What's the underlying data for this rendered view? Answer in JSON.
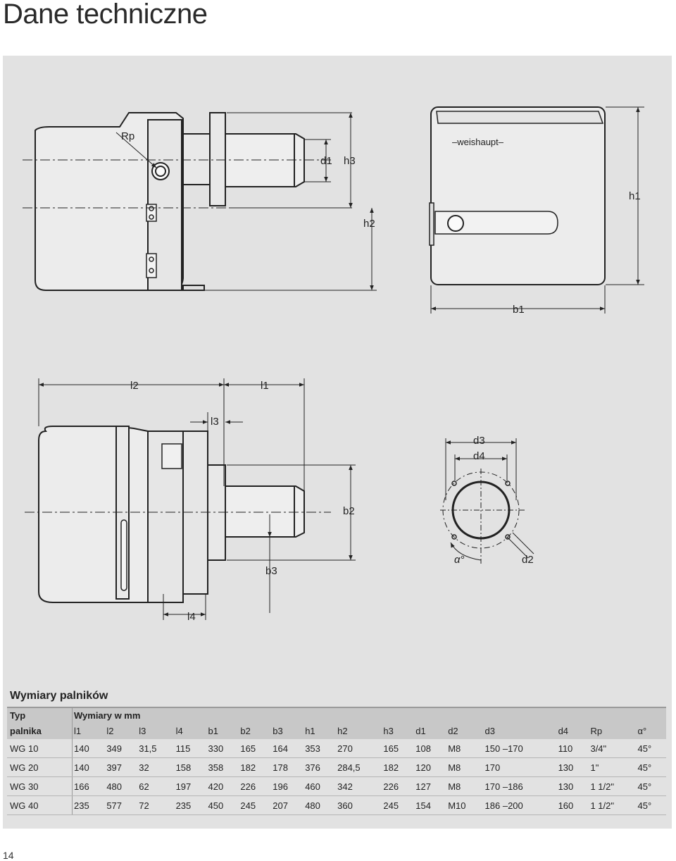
{
  "page": {
    "title": "Dane techniczne",
    "number": "14"
  },
  "drawing": {
    "brand": "–weishaupt–",
    "labels": {
      "rp": "Rp",
      "d1": "d1",
      "h3": "h3",
      "h2": "h2",
      "h1": "h1",
      "b1": "b1",
      "l2": "l2",
      "l1": "l1",
      "l3": "l3",
      "b2": "b2",
      "b3": "b3",
      "l4": "l4",
      "d3": "d3",
      "d4": "d4",
      "d2": "d2",
      "alpha": "α°"
    }
  },
  "table": {
    "title": "Wymiary palników",
    "header1": {
      "typ": "Typ",
      "wymiary": "Wymiary w mm"
    },
    "header2": [
      "palnika",
      "l1",
      "l2",
      "l3",
      "l4",
      "b1",
      "b2",
      "b3",
      "h1",
      "h2",
      "h3",
      "d1",
      "d2",
      "d3",
      "d4",
      "Rp",
      "α°"
    ],
    "rows": [
      [
        "WG 10",
        "140",
        "349",
        "31,5",
        "115",
        "330",
        "165",
        "164",
        "353",
        "270",
        "165",
        "108",
        "M8",
        "150 –170",
        "110",
        "3/4\"",
        "45°"
      ],
      [
        "WG 20",
        "140",
        "397",
        "32",
        "158",
        "358",
        "182",
        "178",
        "376",
        "284,5",
        "182",
        "120",
        "M8",
        "170",
        "130",
        "1\"",
        "45°"
      ],
      [
        "WG 30",
        "166",
        "480",
        "62",
        "197",
        "420",
        "226",
        "196",
        "460",
        "342",
        "226",
        "127",
        "M8",
        "170 –186",
        "130",
        "1 1/2\"",
        "45°"
      ],
      [
        "WG 40",
        "235",
        "577",
        "72",
        "235",
        "450",
        "245",
        "207",
        "480",
        "360",
        "245",
        "154",
        "M10",
        "186 –200",
        "160",
        "1 1/2\"",
        "45°"
      ]
    ]
  }
}
